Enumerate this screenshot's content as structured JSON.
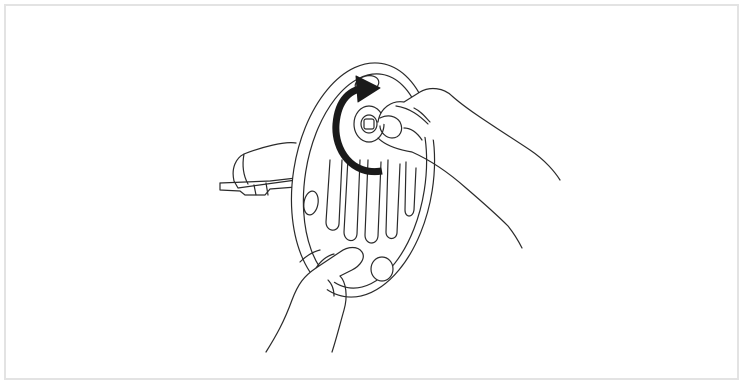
{
  "figure": {
    "description_icons": [
      "base-plate-illustration",
      "hand-illustration",
      "rotate-arrow-icon",
      "bracket-illustration"
    ],
    "colors": {
      "line": "#2a2a2a",
      "arrow": "#1a1a1a",
      "frame_border": "#e3e3e3",
      "background": "#ffffff"
    }
  }
}
